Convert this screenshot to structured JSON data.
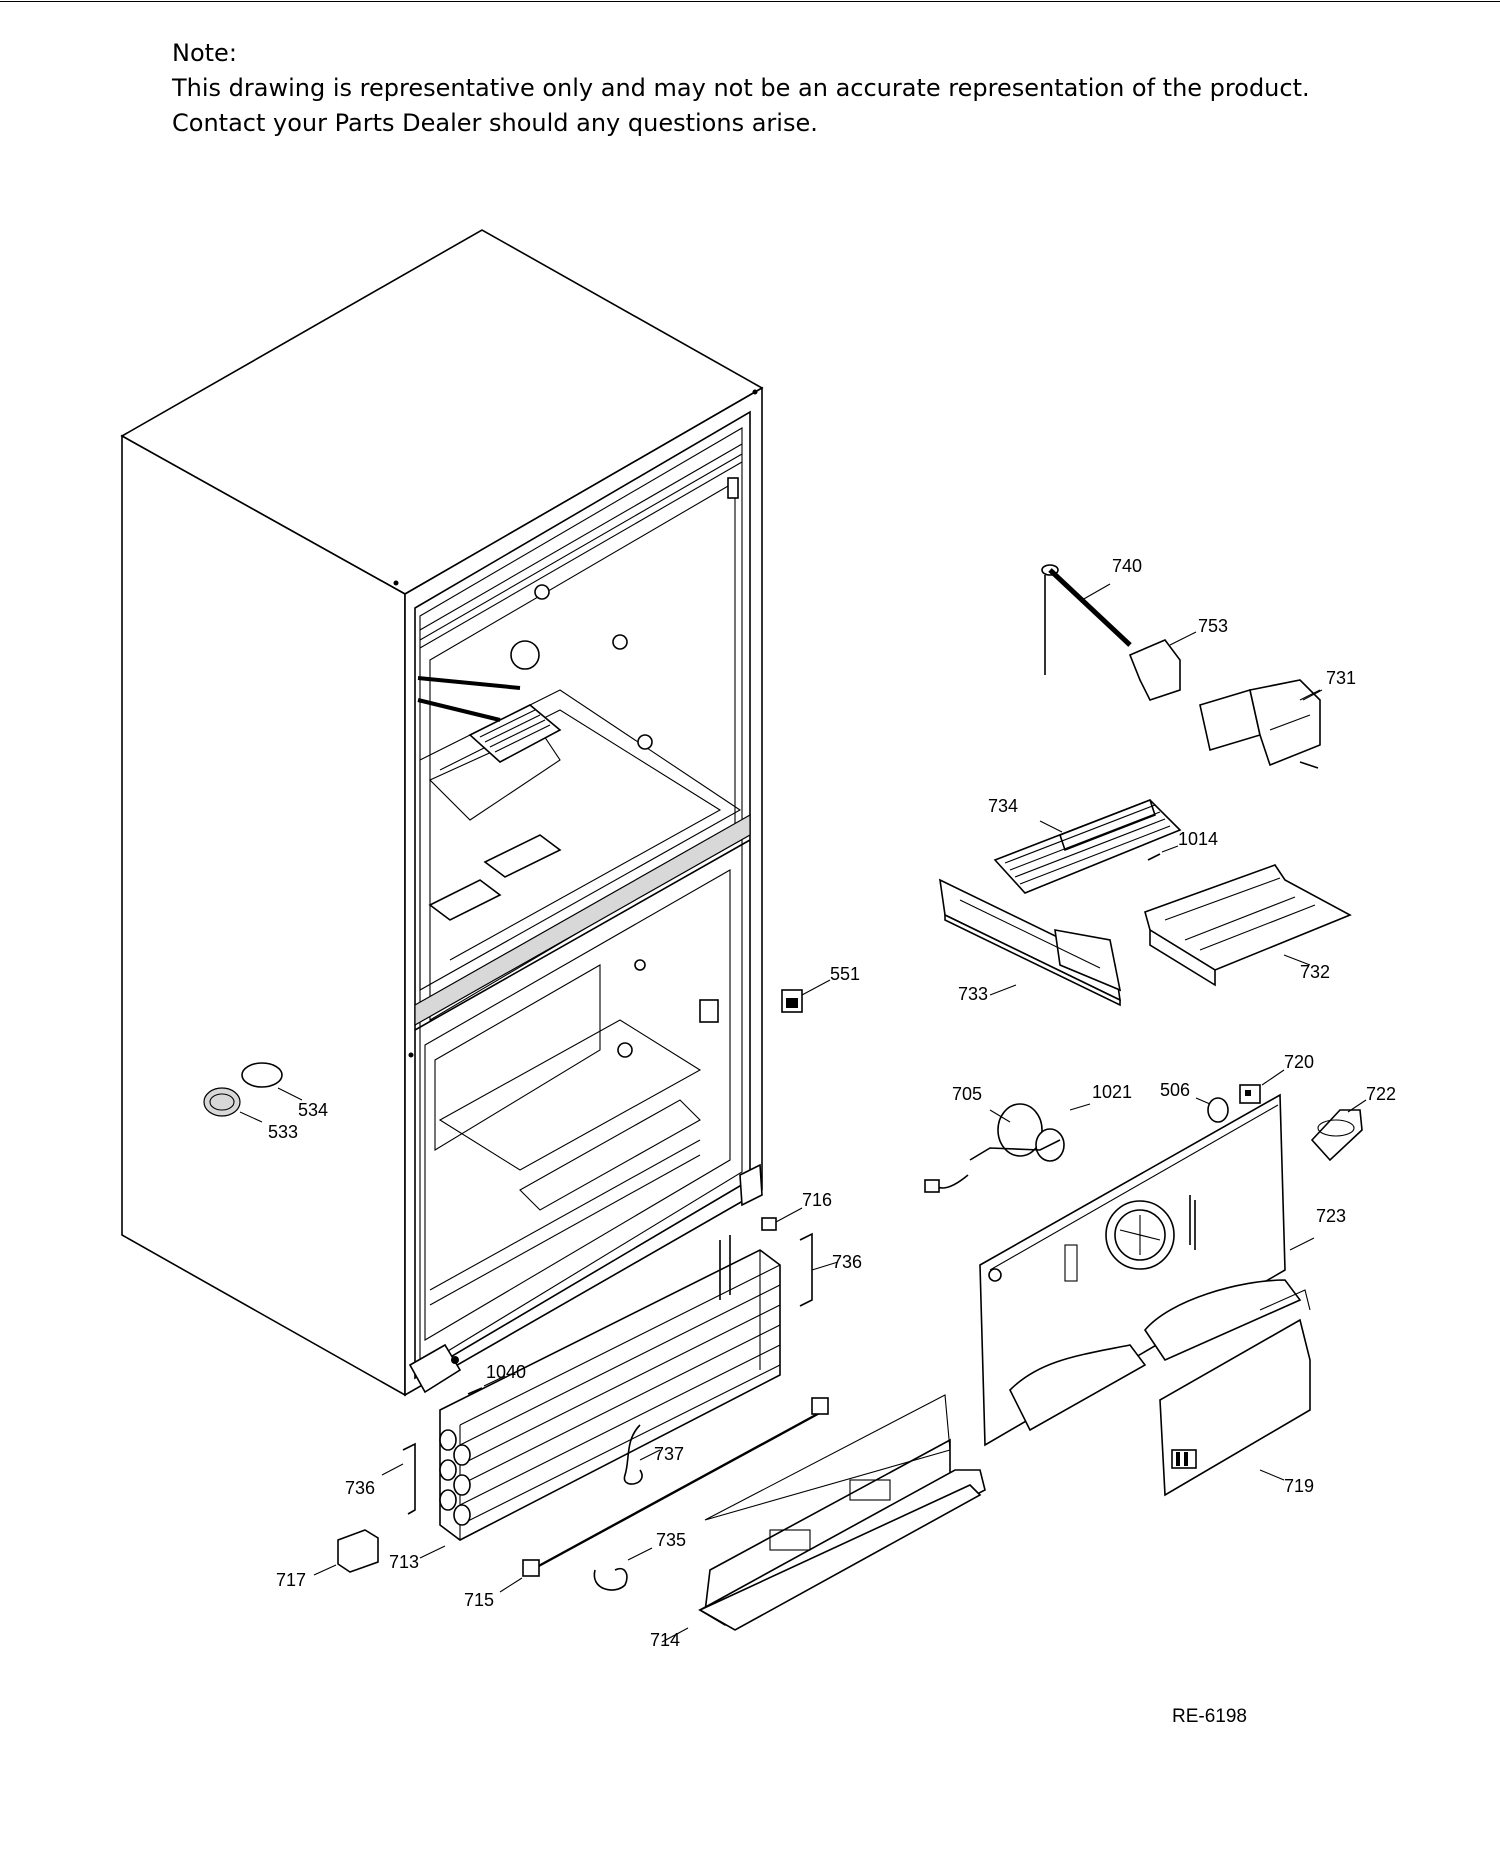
{
  "note": {
    "heading": "Note:",
    "line1": "This drawing is representative only and may not be an accurate representation of the product.",
    "line2": "Contact your Parts Dealer should any questions arise."
  },
  "reference_code": "RE-6198",
  "part_labels": {
    "p740": "740",
    "p753": "753",
    "p731": "731",
    "p734": "734",
    "p1014": "1014",
    "p733": "733",
    "p732": "732",
    "p551": "551",
    "p720": "720",
    "p705": "705",
    "p1021": "1021",
    "p506": "506",
    "p722": "722",
    "p534": "534",
    "p533": "533",
    "p716": "716",
    "p723": "723",
    "p736a": "736",
    "p1040": "1040",
    "p737": "737",
    "p736b": "736",
    "p719": "719",
    "p717": "717",
    "p713": "713",
    "p735": "735",
    "p715": "715",
    "p714": "714"
  }
}
